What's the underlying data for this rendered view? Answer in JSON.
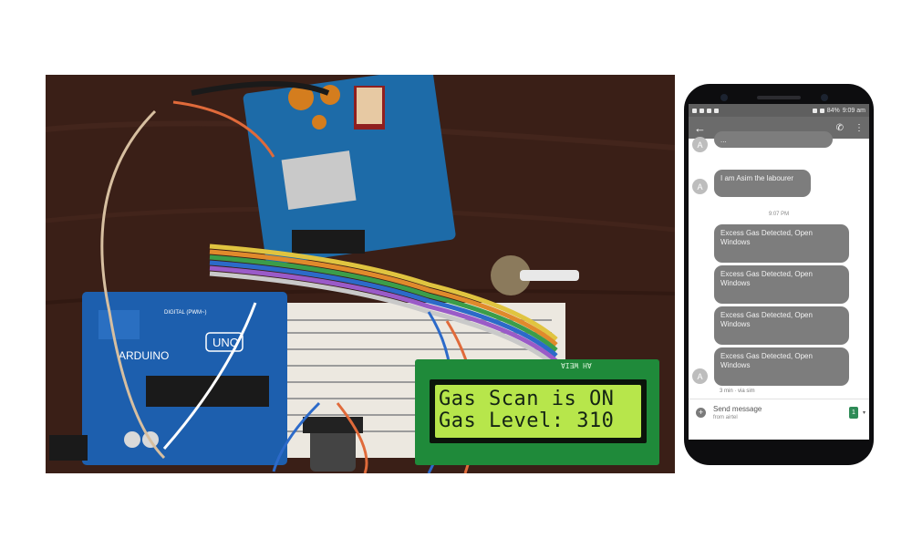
{
  "photo": {
    "description_free": true,
    "arduino_logo": "ARDUINO",
    "arduino_model": "UNO",
    "arduino_digital_label": "DIGITAL (PWM~)",
    "lcd": {
      "label": "AH WEIA",
      "line1": "Gas Scan is ON",
      "line2": "Gas Level: 310"
    },
    "colors": {
      "table": "#3a1f17",
      "arduino_board": "#1d5fae",
      "gsm_board": "#1d6ba8",
      "breadboard": "#ece8e0",
      "lcd_pcb": "#1f8a3a",
      "lcd_backlight": "#b7e64b"
    }
  },
  "phone": {
    "status_bar": {
      "time": "9:09 am",
      "battery": "84%"
    },
    "app_bar": {
      "back_icon": "arrow-back-icon",
      "call_icon": "phone-icon",
      "menu_icon": "more-vert-icon"
    },
    "messages": {
      "partial_top": "...",
      "incoming": "I am Asim the labourer",
      "timestamp": "9:07 PM",
      "outgoing": [
        "Excess Gas Detected, Open Windows",
        "Excess Gas Detected, Open Windows",
        "Excess Gas Detected, Open Windows",
        "Excess Gas Detected, Open Windows"
      ],
      "meta": "3 min · via sim"
    },
    "avatar_letter": "A",
    "composer": {
      "placeholder": "Send message",
      "sub": "from airtel",
      "sim_label": "1"
    }
  }
}
